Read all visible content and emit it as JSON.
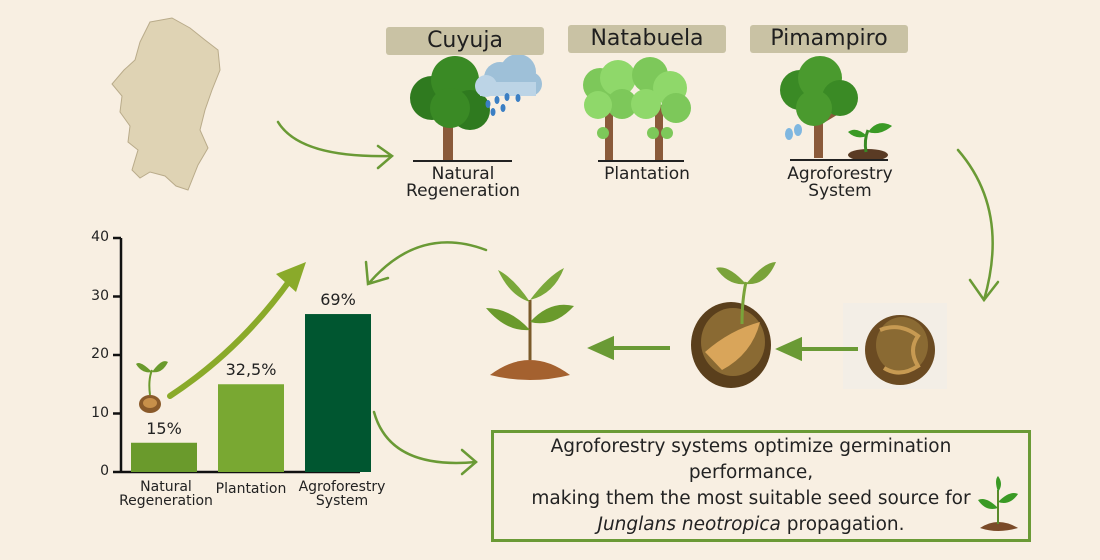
{
  "sites": [
    {
      "name": "Cuyuja",
      "caption": "Natural\nRegeneration"
    },
    {
      "name": "Natabuela",
      "caption": "Plantation"
    },
    {
      "name": "Pimampiro",
      "caption": "Agroforestry\nSystem"
    }
  ],
  "chart_data": {
    "type": "bar",
    "categories": [
      "Natural\nRegeneration",
      "Plantation",
      "Agroforestry\nSystem"
    ],
    "values": [
      5,
      15,
      27
    ],
    "data_labels": [
      "15%",
      "32,5%",
      "69%"
    ],
    "yticks": [
      "0",
      "10",
      "20",
      "30",
      "40"
    ],
    "ylim": [
      0,
      40
    ],
    "colors": [
      "#6a9a2c",
      "#79a832",
      "#005630"
    ]
  },
  "message": {
    "line1": "Agroforestry systems optimize germination performance,",
    "line2": "making them the most suitable seed source for",
    "species": "Junglans neotropica",
    "line3_rest": " propagation."
  }
}
